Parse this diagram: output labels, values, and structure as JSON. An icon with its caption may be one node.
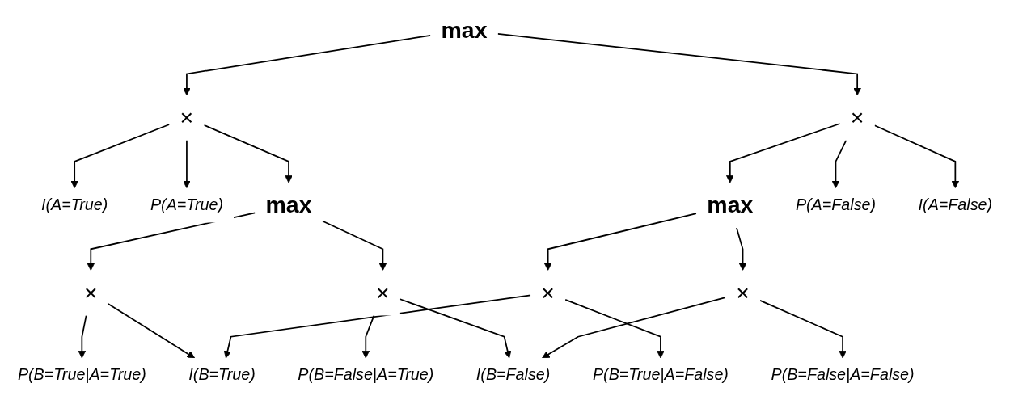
{
  "diagram": {
    "nodes": [
      {
        "text": [
          "max"
        ]
      },
      {
        "text": [
          "×"
        ]
      },
      {
        "text": [
          "×"
        ]
      },
      {
        "text": [
          "I(A=True)"
        ]
      },
      {
        "text": [
          "P(A=True)"
        ]
      },
      {
        "text": [
          "max"
        ]
      },
      {
        "text": [
          "max"
        ]
      },
      {
        "text": [
          "P(A=False)"
        ]
      },
      {
        "text": [
          "I(A=False)"
        ]
      },
      {
        "text": [
          "×"
        ]
      },
      {
        "text": [
          "×"
        ]
      },
      {
        "text": [
          "×"
        ]
      },
      {
        "text": [
          "×"
        ]
      },
      {
        "text": [
          "P(B=True|A=True)"
        ]
      },
      {
        "text": [
          "I(B=True)"
        ]
      },
      {
        "text": [
          "P(B=True|A=False)"
        ]
      },
      {
        "text": [
          "P(B=False|A=True)"
        ]
      },
      {
        "text": [
          "I(B=False)"
        ]
      },
      {
        "text": [
          "P(B=False|A=False)"
        ]
      }
    ],
    "edges": [
      {
        "from": 0,
        "to": 1,
        "arrow": "to"
      },
      {
        "from": 0,
        "to": 2,
        "arrow": "to"
      },
      {
        "from": 1,
        "to": 3,
        "arrow": "to"
      },
      {
        "from": 1,
        "to": 4,
        "arrow": "to"
      },
      {
        "from": 1,
        "to": 5,
        "arrow": "to"
      },
      {
        "from": 2,
        "to": 6,
        "arrow": "to"
      },
      {
        "from": 2,
        "to": 7,
        "arrow": "to"
      },
      {
        "from": 2,
        "to": 8,
        "arrow": "to"
      },
      {
        "from": 5,
        "to": 9,
        "arrow": "to"
      },
      {
        "from": 5,
        "to": 11,
        "arrow": "to"
      },
      {
        "from": 6,
        "to": 10,
        "arrow": "to"
      },
      {
        "from": 6,
        "to": 12,
        "arrow": "to"
      },
      {
        "from": 9,
        "to": 13,
        "arrow": "to"
      },
      {
        "from": 9,
        "to": 14,
        "arrow": "to"
      },
      {
        "from": 10,
        "to": 14,
        "arrow": "to"
      },
      {
        "from": 10,
        "to": 15,
        "arrow": "to"
      },
      {
        "from": 11,
        "to": 16,
        "arrow": "to"
      },
      {
        "from": 11,
        "to": 17,
        "arrow": "to"
      },
      {
        "from": 12,
        "to": 17,
        "arrow": "to"
      },
      {
        "from": 12,
        "to": 18,
        "arrow": "to"
      }
    ]
  }
}
